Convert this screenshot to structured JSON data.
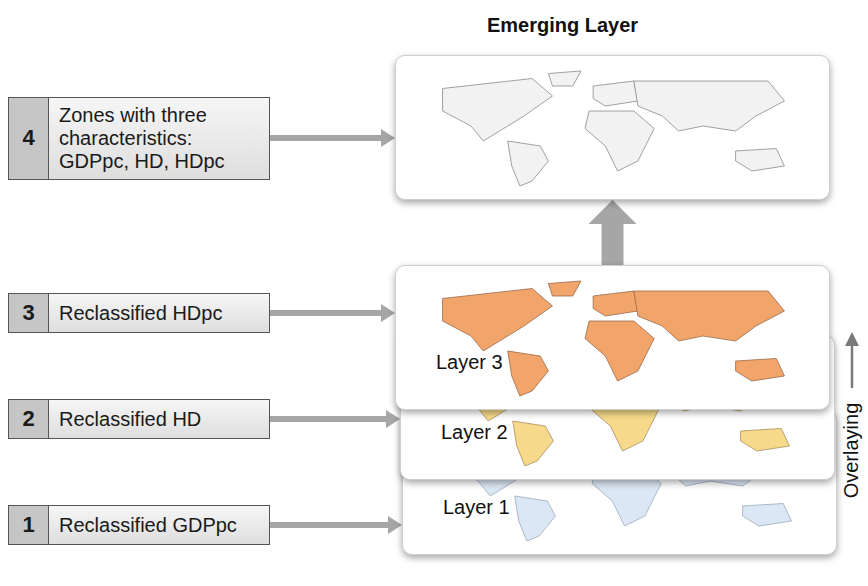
{
  "diagram": {
    "nodes": [
      {
        "text": [
          "Emerging Layer"
        ]
      },
      {
        "text": [
          "4",
          "Zones with three characteristics: GDPpc, HD, HDpc"
        ]
      },
      {
        "text": [
          "3",
          "Reclassified HDpc"
        ]
      },
      {
        "text": [
          "Layer 3"
        ]
      },
      {
        "text": [
          "2",
          "Reclassified HD"
        ]
      },
      {
        "text": [
          "Layer 2"
        ]
      },
      {
        "text": [
          "1",
          "Reclassified GDPpc"
        ]
      },
      {
        "text": [
          "Layer 1"
        ]
      }
    ],
    "edges": [
      {
        "from": 1,
        "to": 0,
        "arrow": "to"
      },
      {
        "from": 2,
        "to": 3,
        "arrow": "to"
      },
      {
        "from": 4,
        "to": 5,
        "arrow": "to"
      },
      {
        "from": 6,
        "to": 7,
        "arrow": "to"
      },
      {
        "from": 3,
        "to": 0,
        "arrow": "to"
      }
    ],
    "labels": [
      "Overlaying"
    ]
  }
}
